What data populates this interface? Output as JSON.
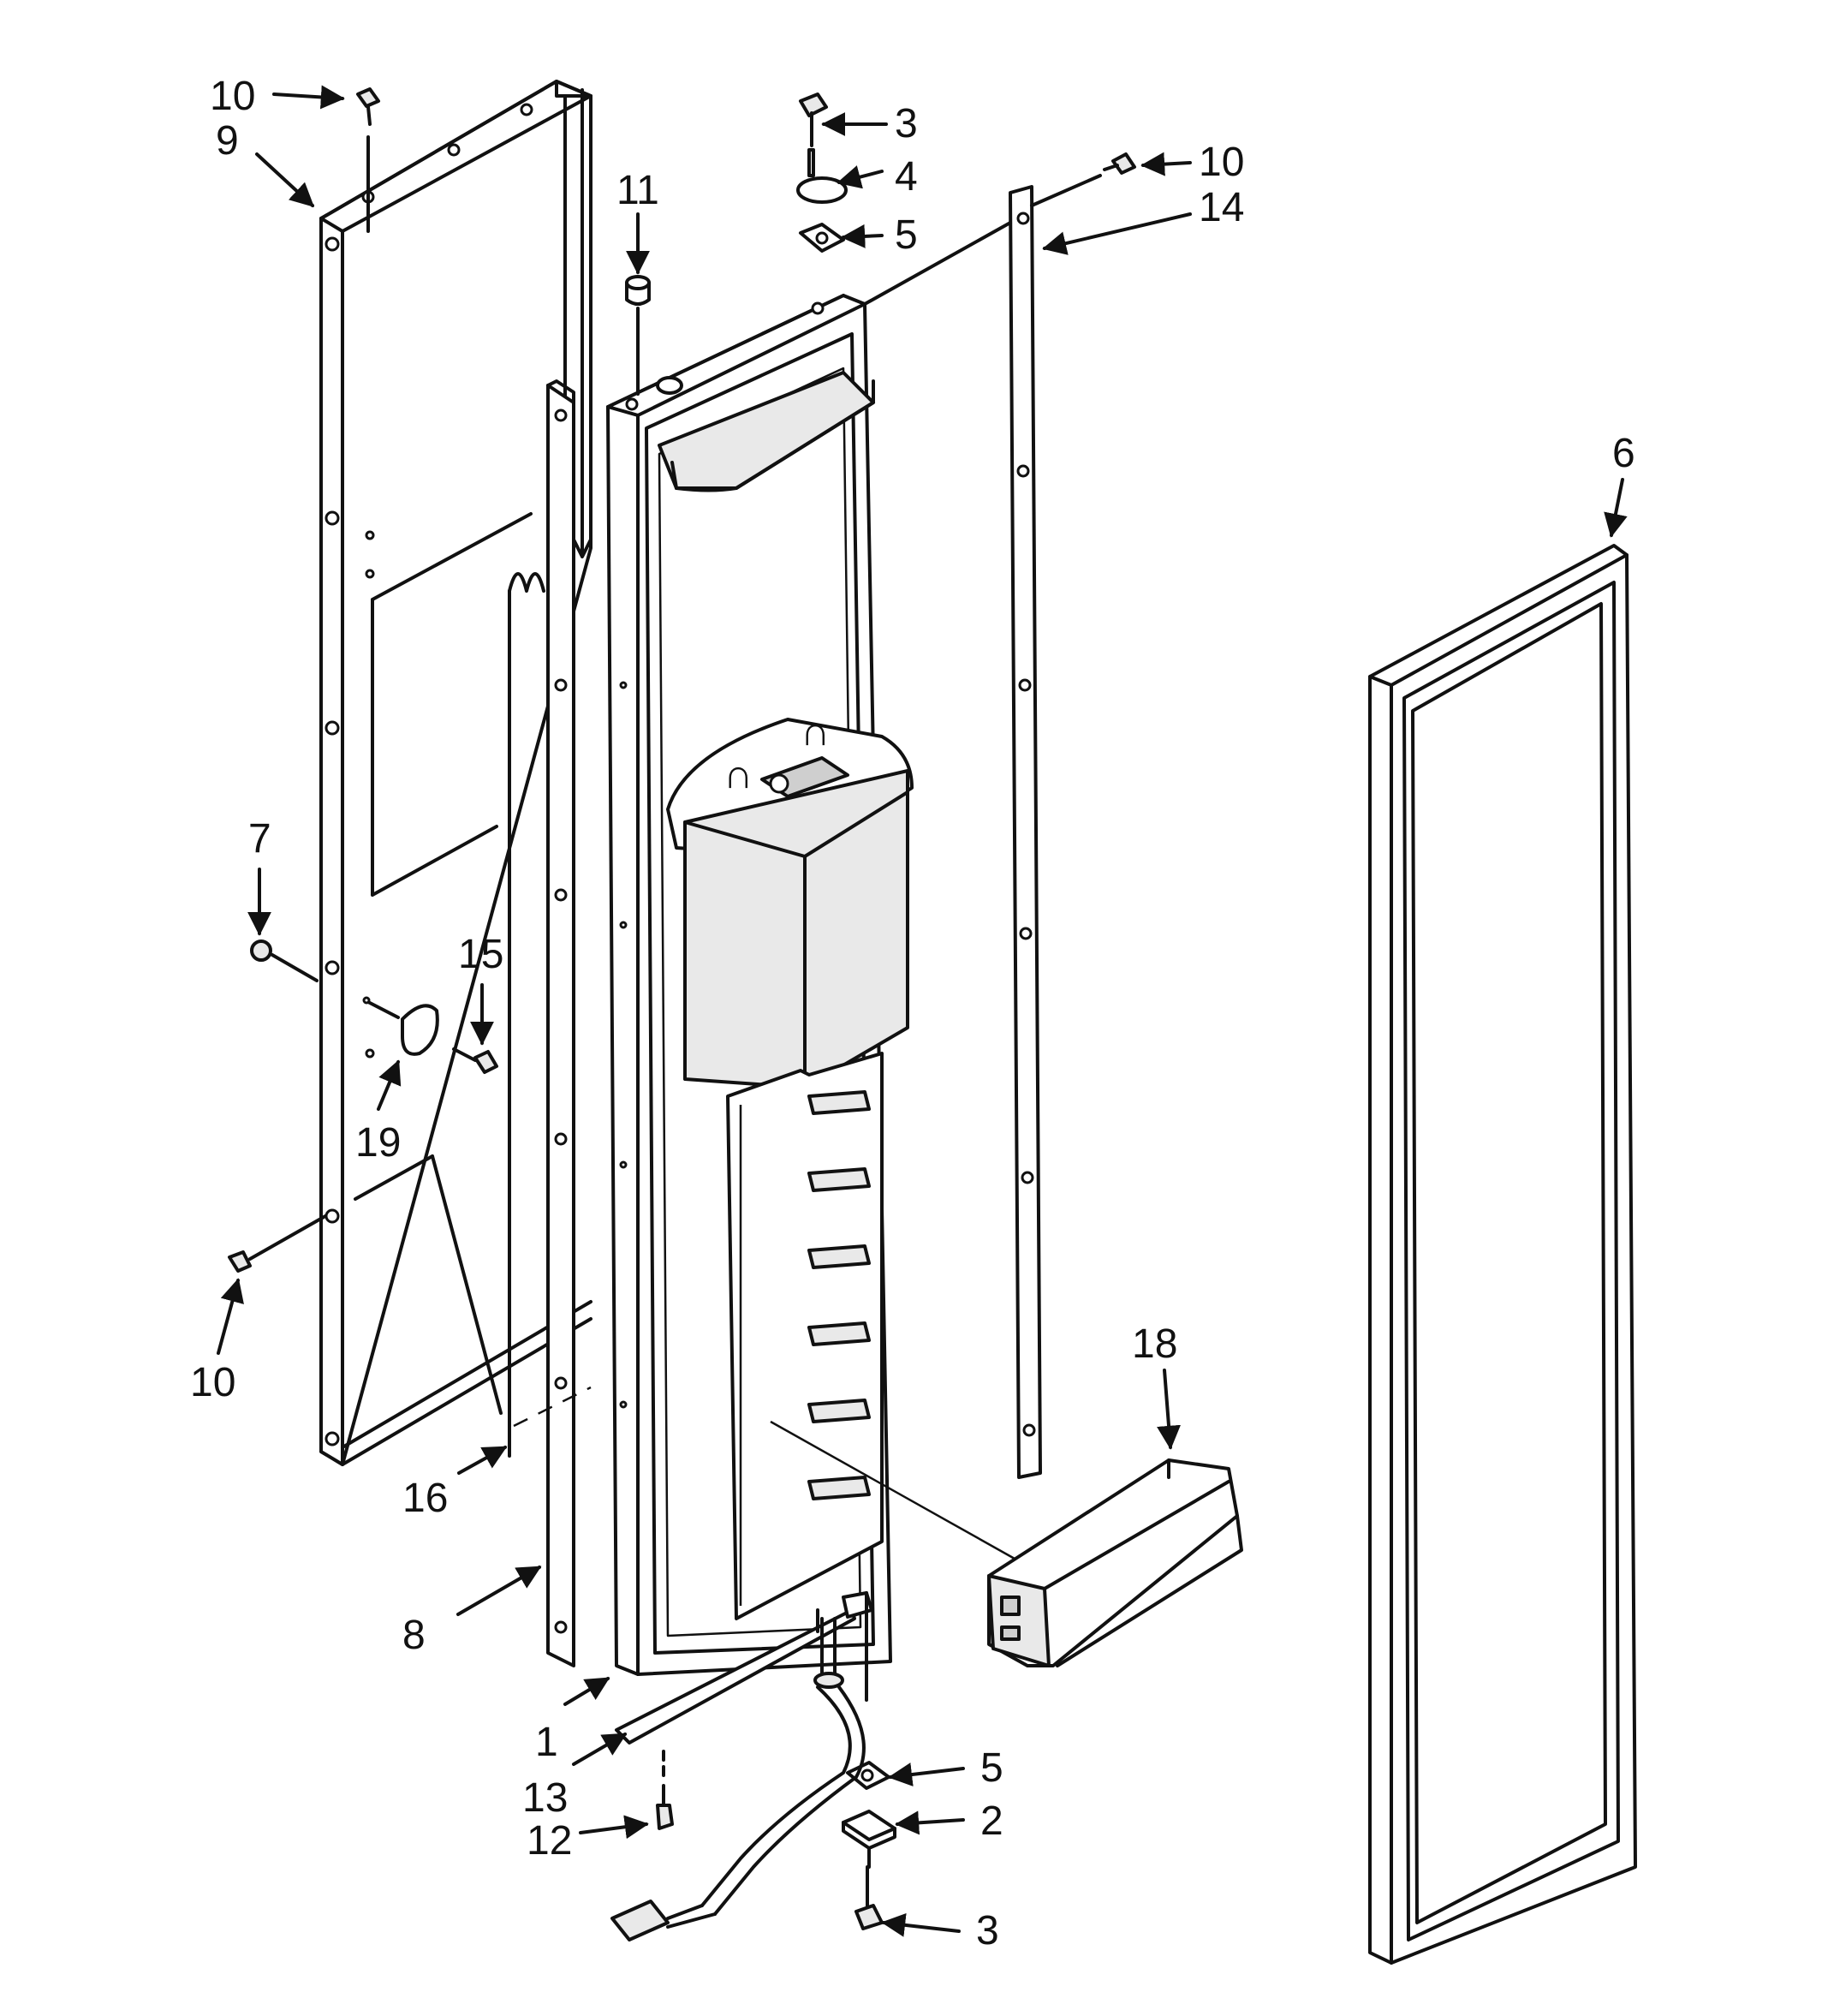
{
  "callouts": [
    {
      "id": "c1",
      "label": "1"
    },
    {
      "id": "c2",
      "label": "2"
    },
    {
      "id": "c3a",
      "label": "3"
    },
    {
      "id": "c3b",
      "label": "3"
    },
    {
      "id": "c4",
      "label": "4"
    },
    {
      "id": "c5a",
      "label": "5"
    },
    {
      "id": "c5b",
      "label": "5"
    },
    {
      "id": "c6",
      "label": "6"
    },
    {
      "id": "c7",
      "label": "7"
    },
    {
      "id": "c8",
      "label": "8"
    },
    {
      "id": "c9",
      "label": "9"
    },
    {
      "id": "c10a",
      "label": "10"
    },
    {
      "id": "c10b",
      "label": "10"
    },
    {
      "id": "c10c",
      "label": "10"
    },
    {
      "id": "c11",
      "label": "11"
    },
    {
      "id": "c12",
      "label": "12"
    },
    {
      "id": "c13",
      "label": "13"
    },
    {
      "id": "c14",
      "label": "14"
    },
    {
      "id": "c15",
      "label": "15"
    },
    {
      "id": "c16",
      "label": "16"
    },
    {
      "id": "c18",
      "label": "18"
    },
    {
      "id": "c19",
      "label": "19"
    }
  ]
}
